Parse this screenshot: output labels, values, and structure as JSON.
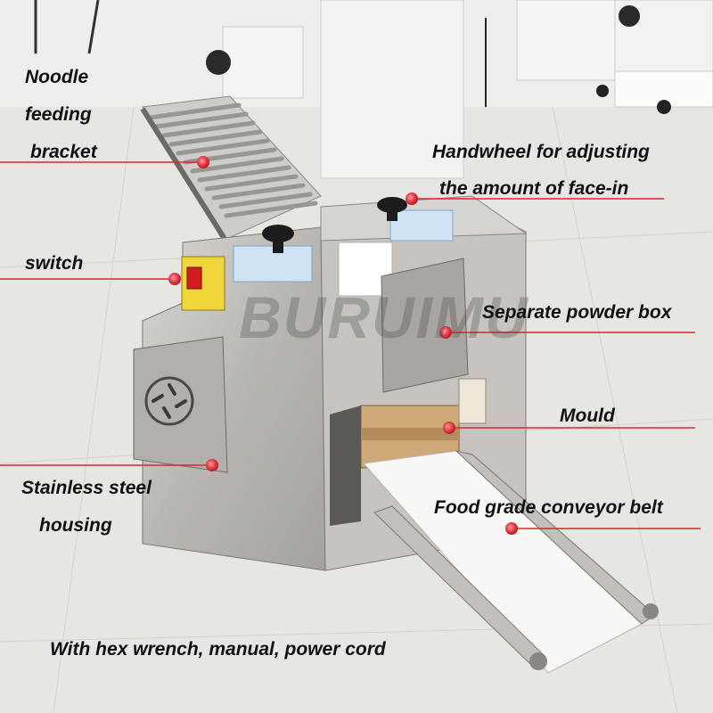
{
  "labels": {
    "noodle_line1": "Noodle",
    "noodle_line2": "feeding",
    "noodle_line3": "bracket",
    "handwheel_line1": "Handwheel for adjusting",
    "handwheel_line2": "the amount of face-in",
    "switch": "switch",
    "powder_box": "Separate powder box",
    "mould": "Mould",
    "housing_line1": "Stainless steel",
    "housing_line2": "housing",
    "conveyor": "Food grade conveyor belt",
    "accessories": "With hex wrench, manual, power cord"
  },
  "watermark": "BURUIMU",
  "colors": {
    "callout_line": "#d8272c",
    "callout_dot": "#e23a44",
    "steel": "#bfbcb8",
    "floor": "#e9e7e3"
  }
}
